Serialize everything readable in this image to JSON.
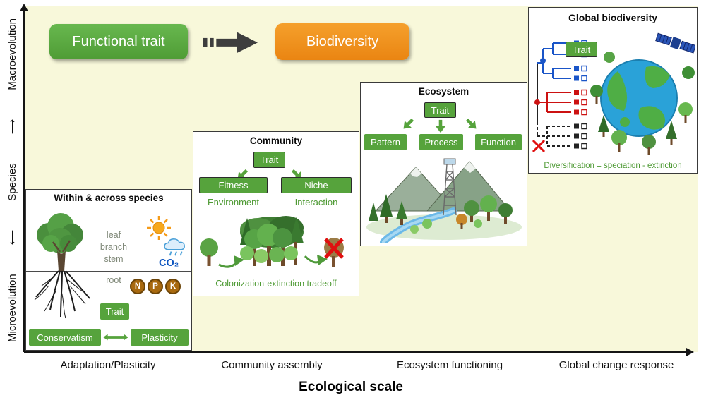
{
  "flow": {
    "source_label": "Functional trait",
    "target_label": "Biodiversity"
  },
  "y_axis": {
    "top": "Macroevolution",
    "middle": "Species",
    "bottom": "Microevolution",
    "arrow_up": "⟶",
    "arrow_down": "⟵"
  },
  "x_axis": {
    "title": "Ecological scale",
    "categories": [
      "Adaptation/Plasticity",
      "Community assembly",
      "Ecosystem functioning",
      "Global change response"
    ]
  },
  "panels": {
    "species": {
      "title": "Within & across species",
      "parts": [
        "leaf",
        "branch",
        "stem",
        "root"
      ],
      "co2": "CO₂",
      "nutrients": [
        "N",
        "P",
        "K"
      ],
      "trait": "Trait",
      "left_box": "Conservatism",
      "right_box": "Plasticity"
    },
    "community": {
      "title": "Community",
      "trait": "Trait",
      "fitness": "Fitness",
      "niche": "Niche",
      "fitness_caption": "Environment",
      "niche_caption": "Interaction",
      "footer": "Colonization-extinction tradeoff"
    },
    "ecosystem": {
      "title": "Ecosystem",
      "trait": "Trait",
      "outputs": [
        "Pattern",
        "Process",
        "Function"
      ]
    },
    "global": {
      "title": "Global biodiversity",
      "trait": "Trait",
      "footer": "Diversification = speciation - extinction"
    }
  },
  "colors": {
    "green": "#56a33c",
    "orange": "#f2921f",
    "background": "#f8f8da",
    "flow_arrow": "#3e3e3e"
  }
}
